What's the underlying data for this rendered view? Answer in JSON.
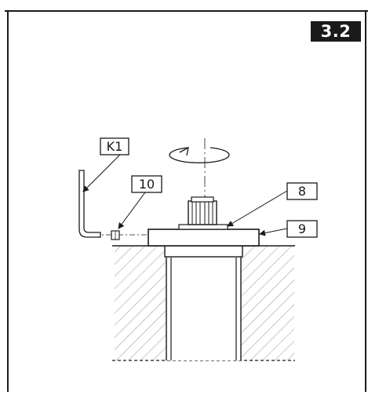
{
  "page": {
    "step_number": "3.2"
  },
  "labels": {
    "k1": "K1",
    "ten": "10",
    "eight": "8",
    "nine": "9"
  },
  "colors": {
    "ink": "#1a1a1a",
    "paper": "#ffffff",
    "badge_bg": "#1a1a1a",
    "badge_text": "#ffffff"
  }
}
